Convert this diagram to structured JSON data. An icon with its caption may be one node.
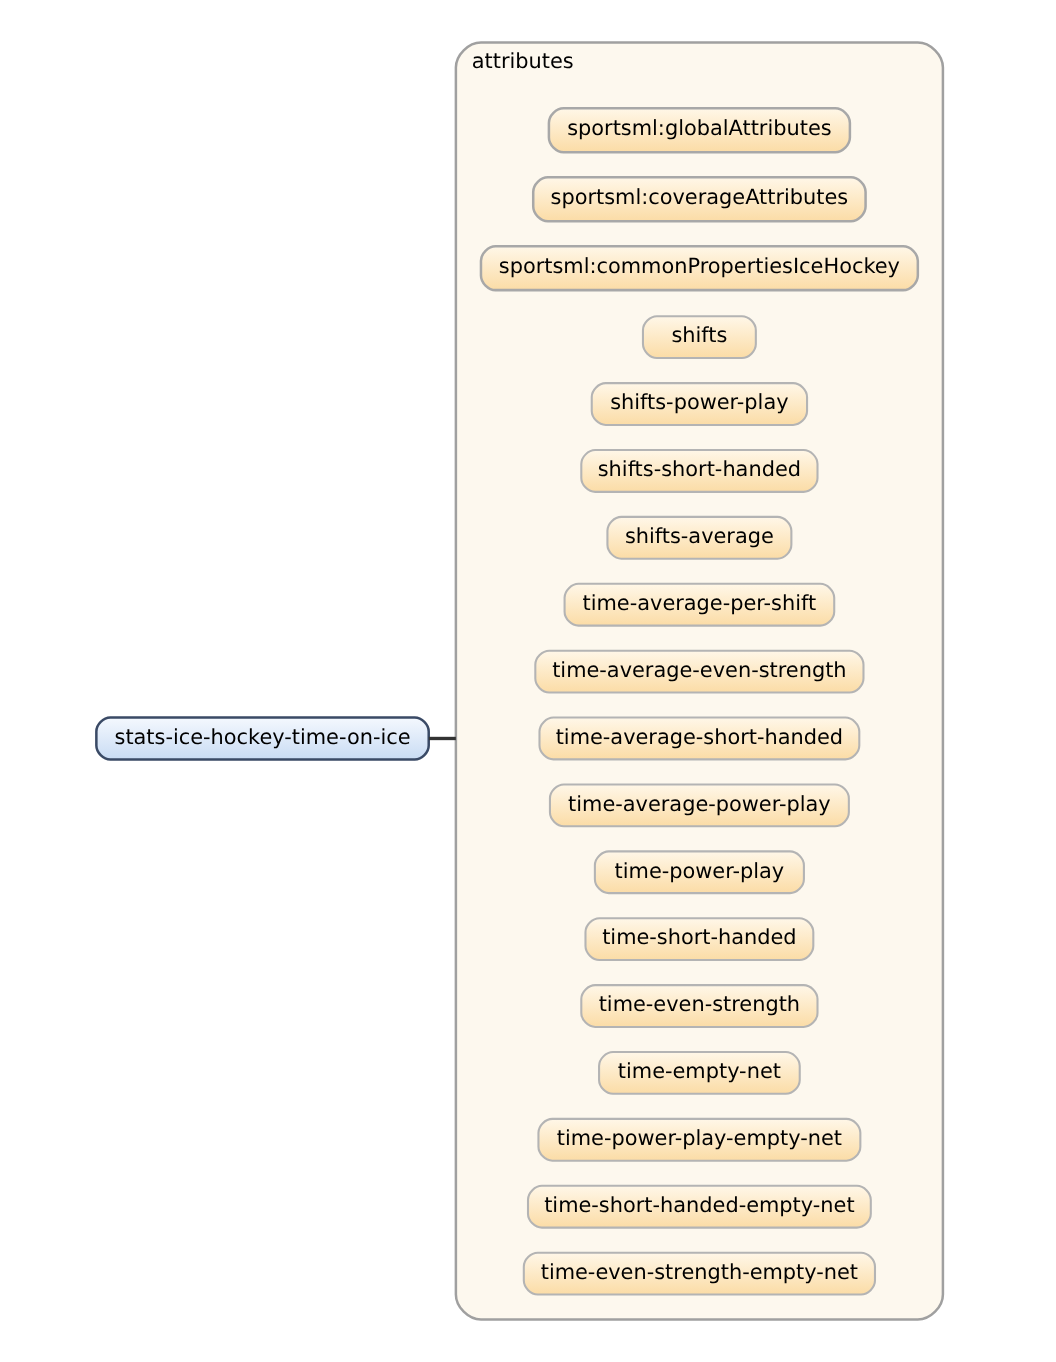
{
  "diagram": {
    "nodes": [
      {
        "text": [
          "stats-ice-hockey-time-on-ice"
        ]
      },
      {
        "text": [
          "attributes"
        ]
      },
      {
        "text": [
          "sportsml:globalAttributes"
        ],
        "in": 1
      },
      {
        "text": [
          "sportsml:coverageAttributes"
        ],
        "in": 1
      },
      {
        "text": [
          "sportsml:commonPropertiesIceHockey"
        ],
        "in": 1
      },
      {
        "text": [
          "shifts"
        ],
        "in": 1
      },
      {
        "text": [
          "shifts-power-play"
        ],
        "in": 1
      },
      {
        "text": [
          "shifts-short-handed"
        ],
        "in": 1
      },
      {
        "text": [
          "shifts-average"
        ],
        "in": 1
      },
      {
        "text": [
          "time-average-per-shift"
        ],
        "in": 1
      },
      {
        "text": [
          "time-average-even-strength"
        ],
        "in": 1
      },
      {
        "text": [
          "time-average-short-handed"
        ],
        "in": 1
      },
      {
        "text": [
          "time-average-power-play"
        ],
        "in": 1
      },
      {
        "text": [
          "time-power-play"
        ],
        "in": 1
      },
      {
        "text": [
          "time-short-handed"
        ],
        "in": 1
      },
      {
        "text": [
          "time-even-strength"
        ],
        "in": 1
      },
      {
        "text": [
          "time-empty-net"
        ],
        "in": 1
      },
      {
        "text": [
          "time-power-play-empty-net"
        ],
        "in": 1
      },
      {
        "text": [
          "time-short-handed-empty-net"
        ],
        "in": 1
      },
      {
        "text": [
          "time-even-strength-empty-net"
        ],
        "in": 1
      }
    ],
    "edges": [
      {
        "from": 0,
        "to": 1,
        "arrow": "none"
      }
    ]
  }
}
